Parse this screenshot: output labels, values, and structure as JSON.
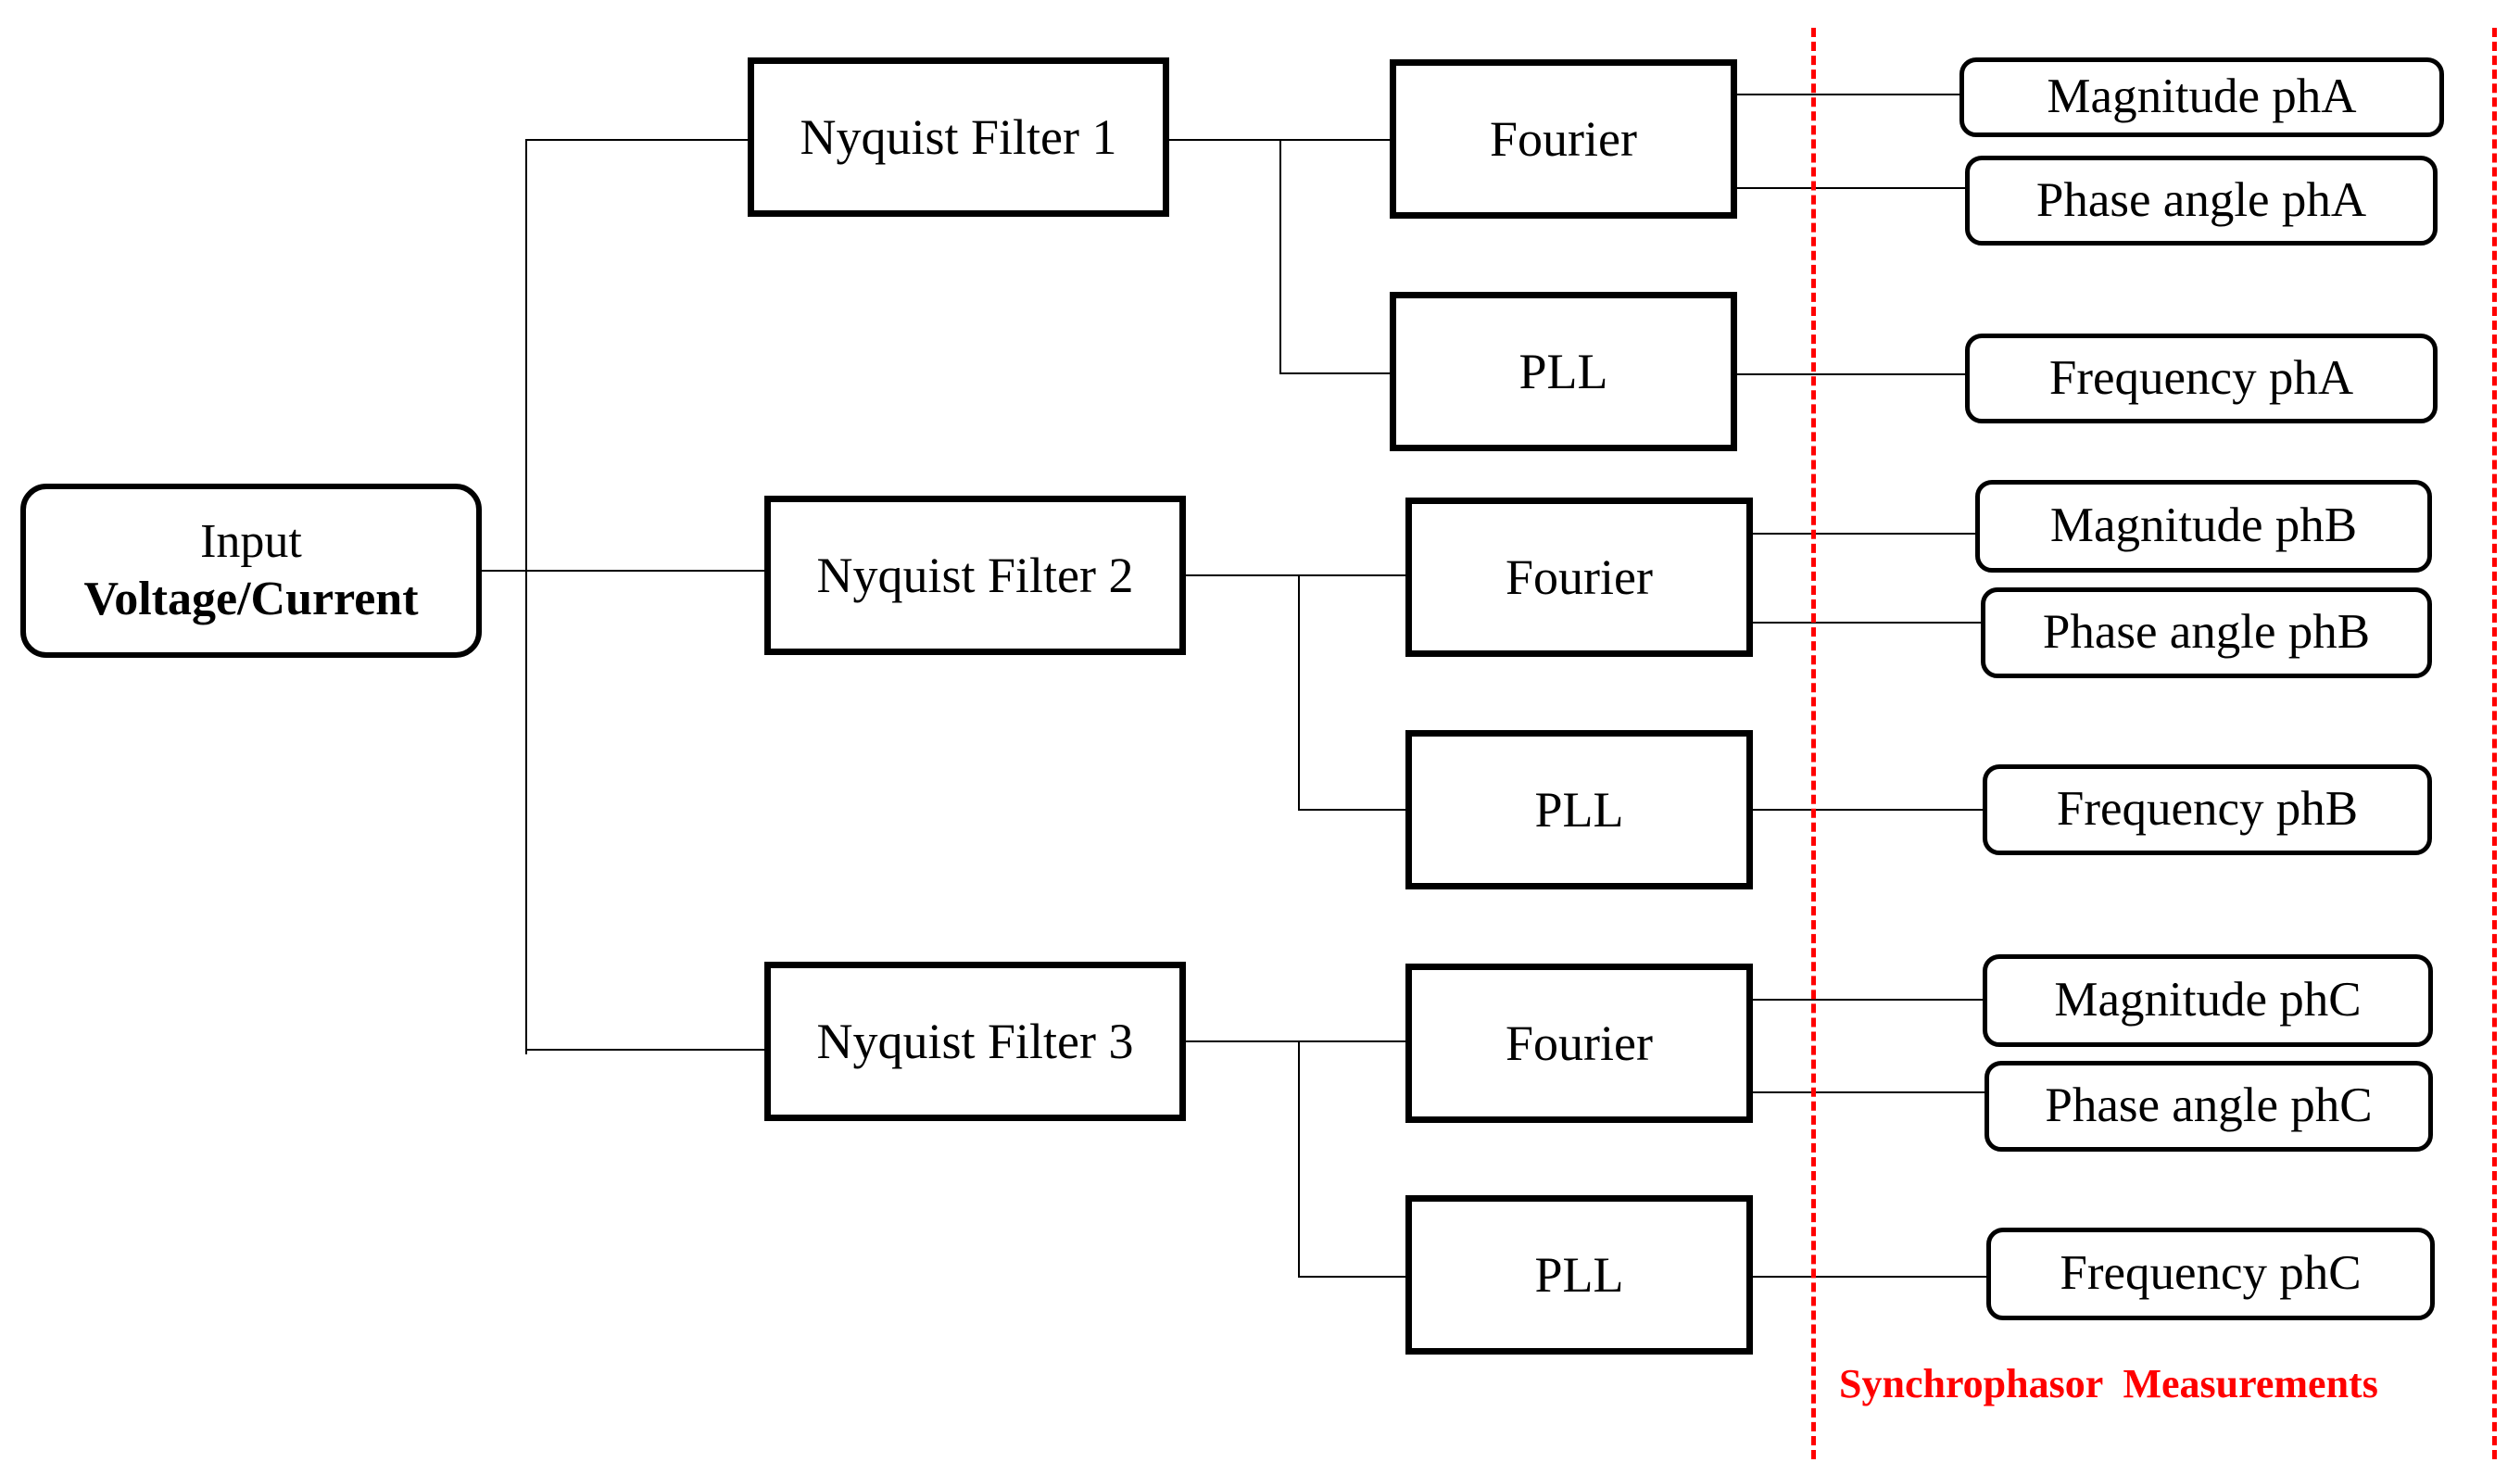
{
  "input": {
    "line1": "Input",
    "line2": "Voltage/Current"
  },
  "filters": [
    {
      "label": "Nyquist Filter 1"
    },
    {
      "label": "Nyquist Filter 2"
    },
    {
      "label": "Nyquist Filter 3"
    }
  ],
  "processors": [
    {
      "fourier": "Fourier",
      "pll": "PLL"
    },
    {
      "fourier": "Fourier",
      "pll": "PLL"
    },
    {
      "fourier": "Fourier",
      "pll": "PLL"
    }
  ],
  "outputs": [
    {
      "magnitude": "Magnitude phA",
      "phase": "Phase angle phA",
      "frequency": "Frequency phA"
    },
    {
      "magnitude": "Magnitude phB",
      "phase": "Phase angle phB",
      "frequency": "Frequency phB"
    },
    {
      "magnitude": "Magnitude phC",
      "phase": "Phase angle phC",
      "frequency": "Frequency phC"
    }
  ],
  "region_label": "Synchrophasor  Measurements",
  "colors": {
    "region": "#ff0000",
    "stroke": "#000000"
  }
}
